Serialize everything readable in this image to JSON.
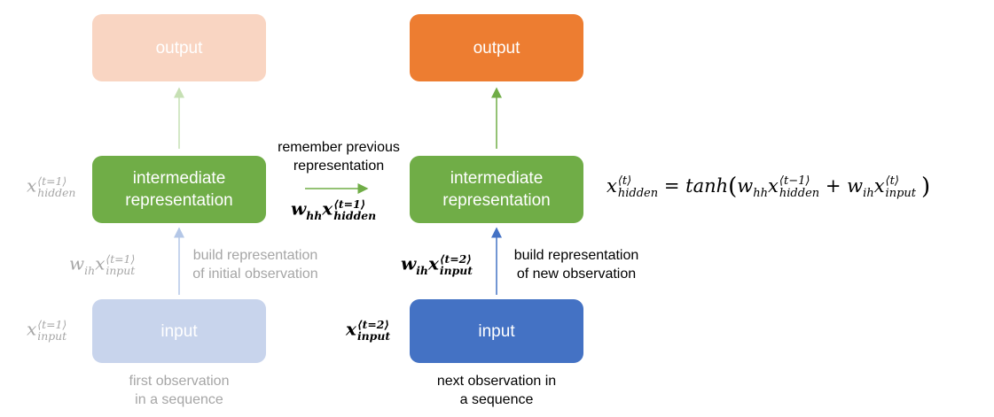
{
  "left": {
    "output": "output",
    "hidden": "intermediate\nrepresentation",
    "input": "input",
    "caption_build": "build representation\nof initial observation",
    "caption_obs": "first observation\nin a sequence",
    "x_hidden": {
      "base": "x",
      "sup": "⟨t=1⟩",
      "sub": "hidden"
    },
    "x_input": {
      "base": "x",
      "sup": "⟨t=1⟩",
      "sub": "input"
    },
    "w_input": {
      "w": "w",
      "wsub": "ih",
      "base": "x",
      "sup": "⟨t=1⟩",
      "sub": "input"
    }
  },
  "right": {
    "output": "output",
    "hidden": "intermediate\nrepresentation",
    "input": "input",
    "caption_build": "build representation\nof new observation",
    "caption_obs": "next observation in\na sequence",
    "x_input": {
      "base": "x",
      "sup": "⟨t=2⟩",
      "sub": "input"
    },
    "w_input": {
      "w": "w",
      "wsub": "ih",
      "base": "x",
      "sup": "⟨t=2⟩",
      "sub": "input"
    }
  },
  "middle": {
    "caption": "remember previous\nrepresentation",
    "w_hidden": {
      "w": "w",
      "wsub": "hh",
      "base": "x",
      "sup": "⟨t=1⟩",
      "sub": "hidden"
    }
  },
  "equation": {
    "lhs_base": "x",
    "lhs_sup": "⟨t⟩",
    "lhs_sub": "hidden",
    "eq": "=",
    "func": "tanh",
    "lparen": "(",
    "rparen": ")",
    "w1": "w",
    "w1sub": "hh",
    "x1": "x",
    "x1sup": "⟨t−1⟩",
    "x1sub": "hidden",
    "plus": "+",
    "w2": "w",
    "w2sub": "ih",
    "x2": "x",
    "x2sup": "⟨t⟩",
    "x2sub": "input"
  },
  "colors": {
    "output_faded": "#f9d5c2",
    "output": "#ed7d31",
    "hidden": "#70ad47",
    "input_faded": "#c8d4ec",
    "input": "#4472c4",
    "faded_text": "#a6a6a6",
    "text": "#000000"
  }
}
